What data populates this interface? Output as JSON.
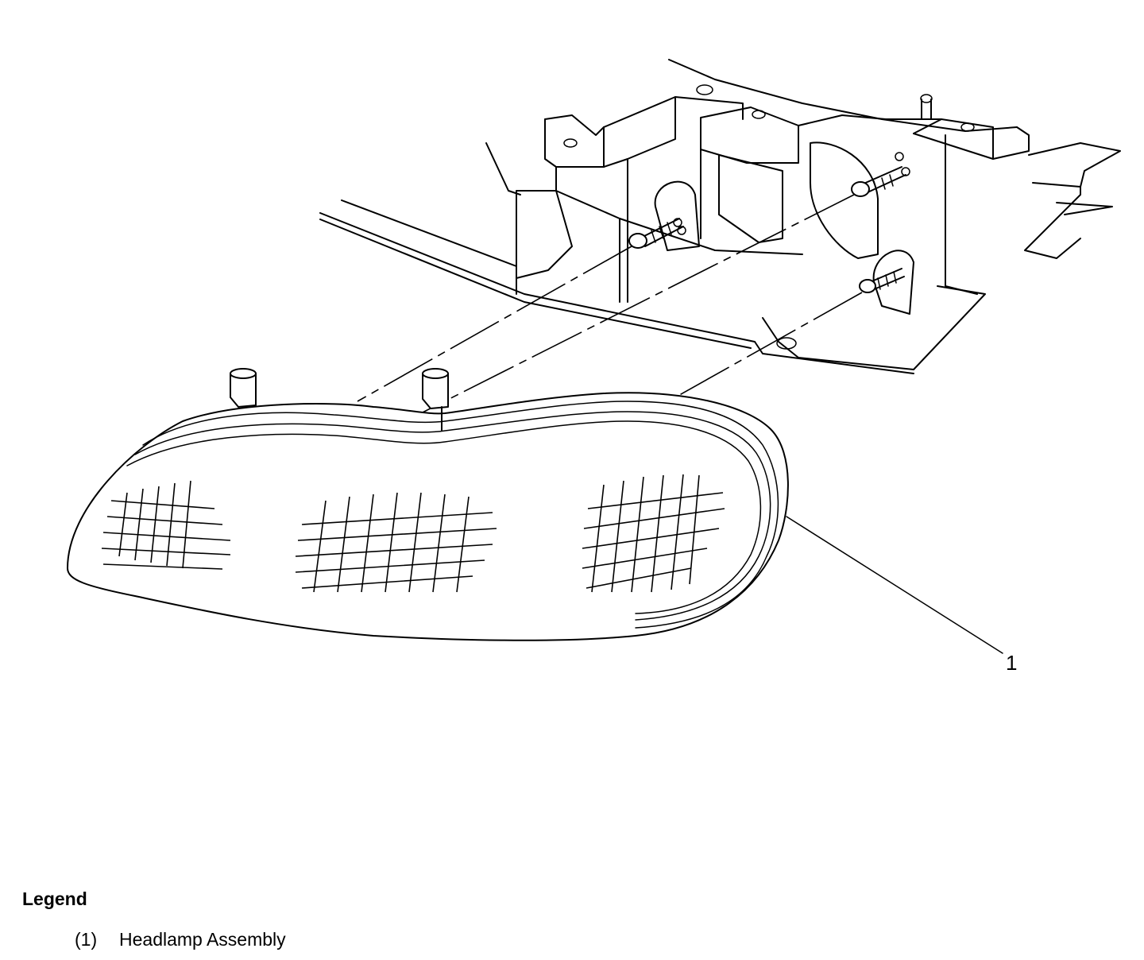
{
  "diagram": {
    "callouts": [
      {
        "number": "1"
      }
    ]
  },
  "legend": {
    "title": "Legend",
    "items": [
      {
        "number": "(1)",
        "label": "Headlamp Assembly"
      }
    ]
  }
}
